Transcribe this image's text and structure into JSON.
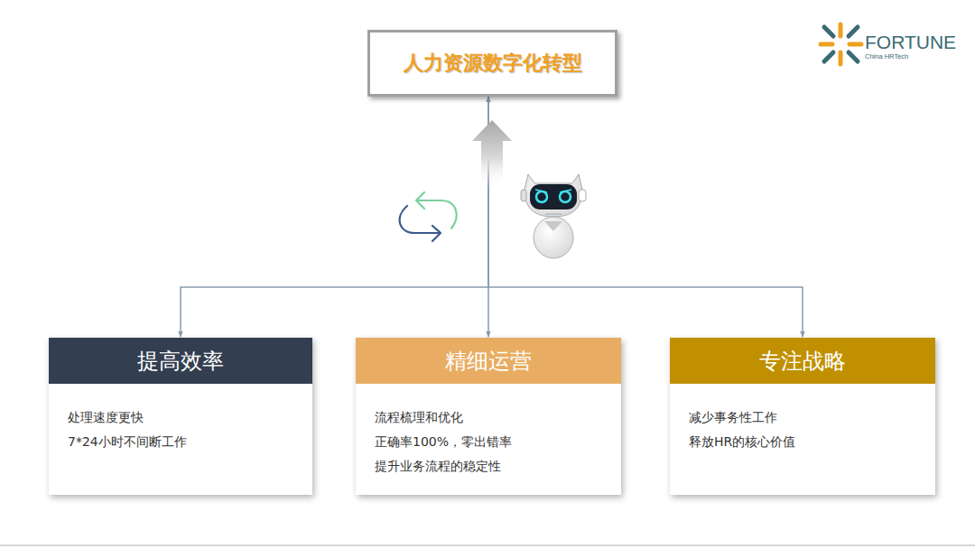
{
  "diagram": {
    "nodes": [
      {
        "text": [
          "人力资源数字化转型"
        ]
      },
      {
        "text": [
          "提高效率",
          "处理速度更快",
          "7*24小时不间断工作"
        ]
      },
      {
        "text": [
          "精细运营",
          "流程梳理和优化",
          "正确率100%，零出错率",
          "提升业务流程的稳定性"
        ]
      },
      {
        "text": [
          "专注战略",
          "减少事务性工作",
          "释放HR的核心价值"
        ]
      }
    ],
    "edges": [
      {
        "from": 0,
        "to": 1,
        "arrow": "to"
      },
      {
        "from": 0,
        "to": 2,
        "arrow": "both"
      },
      {
        "from": 0,
        "to": 3,
        "arrow": "to"
      }
    ],
    "labels": [
      "FORTUNE",
      "China HRTech"
    ]
  }
}
